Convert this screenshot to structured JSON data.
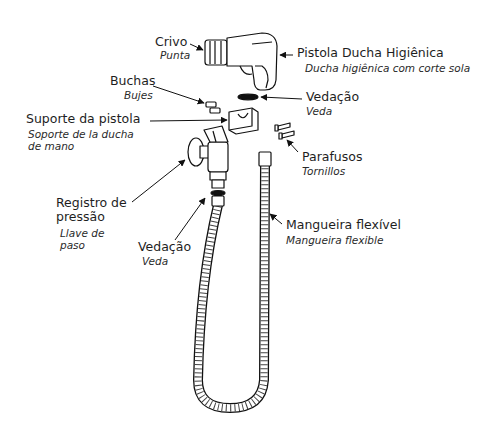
{
  "diagram": {
    "labels": [
      "Crivo",
      "Punta",
      "Pistola Ducha Higiênica",
      "Ducha higiênica com corte sola",
      "Buchas",
      "Bujes",
      "Vedação",
      "Veda",
      "Suporte da pistola",
      "Soporte de la ducha de mano",
      "Parafusos",
      "Tornillos",
      "Registro de pressão",
      "Llave de paso",
      "Vedação",
      "Veda",
      "Mangueira flexível",
      "Mangueira flexible"
    ]
  }
}
